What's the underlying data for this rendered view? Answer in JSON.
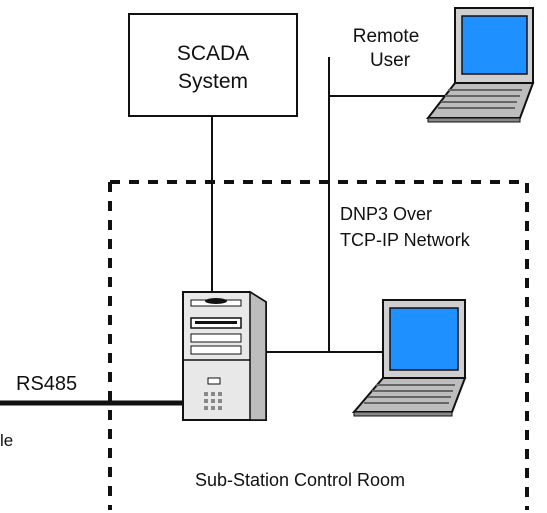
{
  "diagram": {
    "scada": {
      "line1": "SCADA",
      "line2": "System"
    },
    "remote_user": {
      "line1": "Remote",
      "line2": "User"
    },
    "network": {
      "line1": "DNP3 Over",
      "line2": "TCP-IP Network"
    },
    "rs485": "RS485",
    "cable_partial": "le",
    "room": "Sub-Station Control Room"
  },
  "icons": {
    "server": "server-tower-icon",
    "laptop_remote": "laptop-icon",
    "laptop_local": "laptop-icon"
  },
  "colors": {
    "line": "#111111",
    "screen": "#1e90ff",
    "server_body": "#e8e8e8"
  }
}
